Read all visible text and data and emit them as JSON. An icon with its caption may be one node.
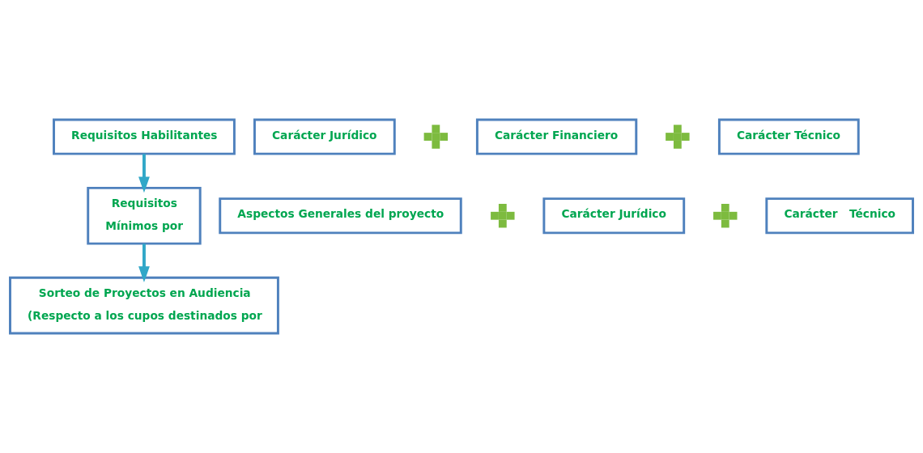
{
  "diagram": {
    "nodes": [
      {
        "text": [
          "Requisitos Habilitantes"
        ]
      },
      {
        "text": [
          "Carácter Jurídico"
        ]
      },
      {
        "text": [],
        "shape": "plus"
      },
      {
        "text": [
          "Carácter Financiero"
        ]
      },
      {
        "text": [],
        "shape": "plus"
      },
      {
        "text": [
          "Carácter Técnico"
        ]
      },
      {
        "text": [
          "Requisitos",
          "Mínimos por"
        ]
      },
      {
        "text": [
          "Aspectos Generales del proyecto"
        ]
      },
      {
        "text": [],
        "shape": "plus"
      },
      {
        "text": [
          "Carácter Jurídico"
        ]
      },
      {
        "text": [],
        "shape": "plus"
      },
      {
        "text": [
          "Carácter   Técnico"
        ]
      },
      {
        "text": [
          "Sorteo de Proyectos en Audiencia",
          "(Respecto a los cupos destinados por"
        ]
      }
    ],
    "edges": [
      {
        "from": 0,
        "to": 6,
        "arrow": "to"
      },
      {
        "from": 6,
        "to": 12,
        "arrow": "to"
      }
    ]
  }
}
